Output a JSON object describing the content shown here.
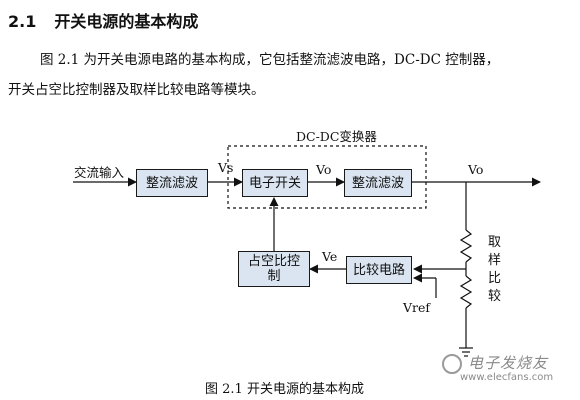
{
  "heading": {
    "number": "2.1",
    "title": "开关电源的基本构成"
  },
  "paragraph": {
    "line1": "图 2.1 为开关电源电路的基本构成，它包括整流滤波电路，DC-DC 控制器，",
    "line2": "开关占空比控制器及取样比较电路等模块。"
  },
  "diagram": {
    "dcdc_label": "DC-DC变换器",
    "input_label": "交流输入",
    "boxes": {
      "rect_filter": "整流滤波",
      "electronic_switch": "电子开关",
      "rect_filter_2": "整流滤波",
      "duty_control_line1": "占空比控",
      "duty_control_line2": "制",
      "compare": "比较电路"
    },
    "signals": {
      "vs": "Vs",
      "vo_inner": "Vo",
      "vo_out": "Vo",
      "ve": "Ve",
      "vref": "Vref"
    },
    "sampling_label": [
      "取",
      "样",
      "比",
      "较"
    ]
  },
  "caption": "图 2.1 开关电源的基本构成",
  "watermark": {
    "line1": "电子发烧友",
    "line2": "www.elecfans.com"
  }
}
